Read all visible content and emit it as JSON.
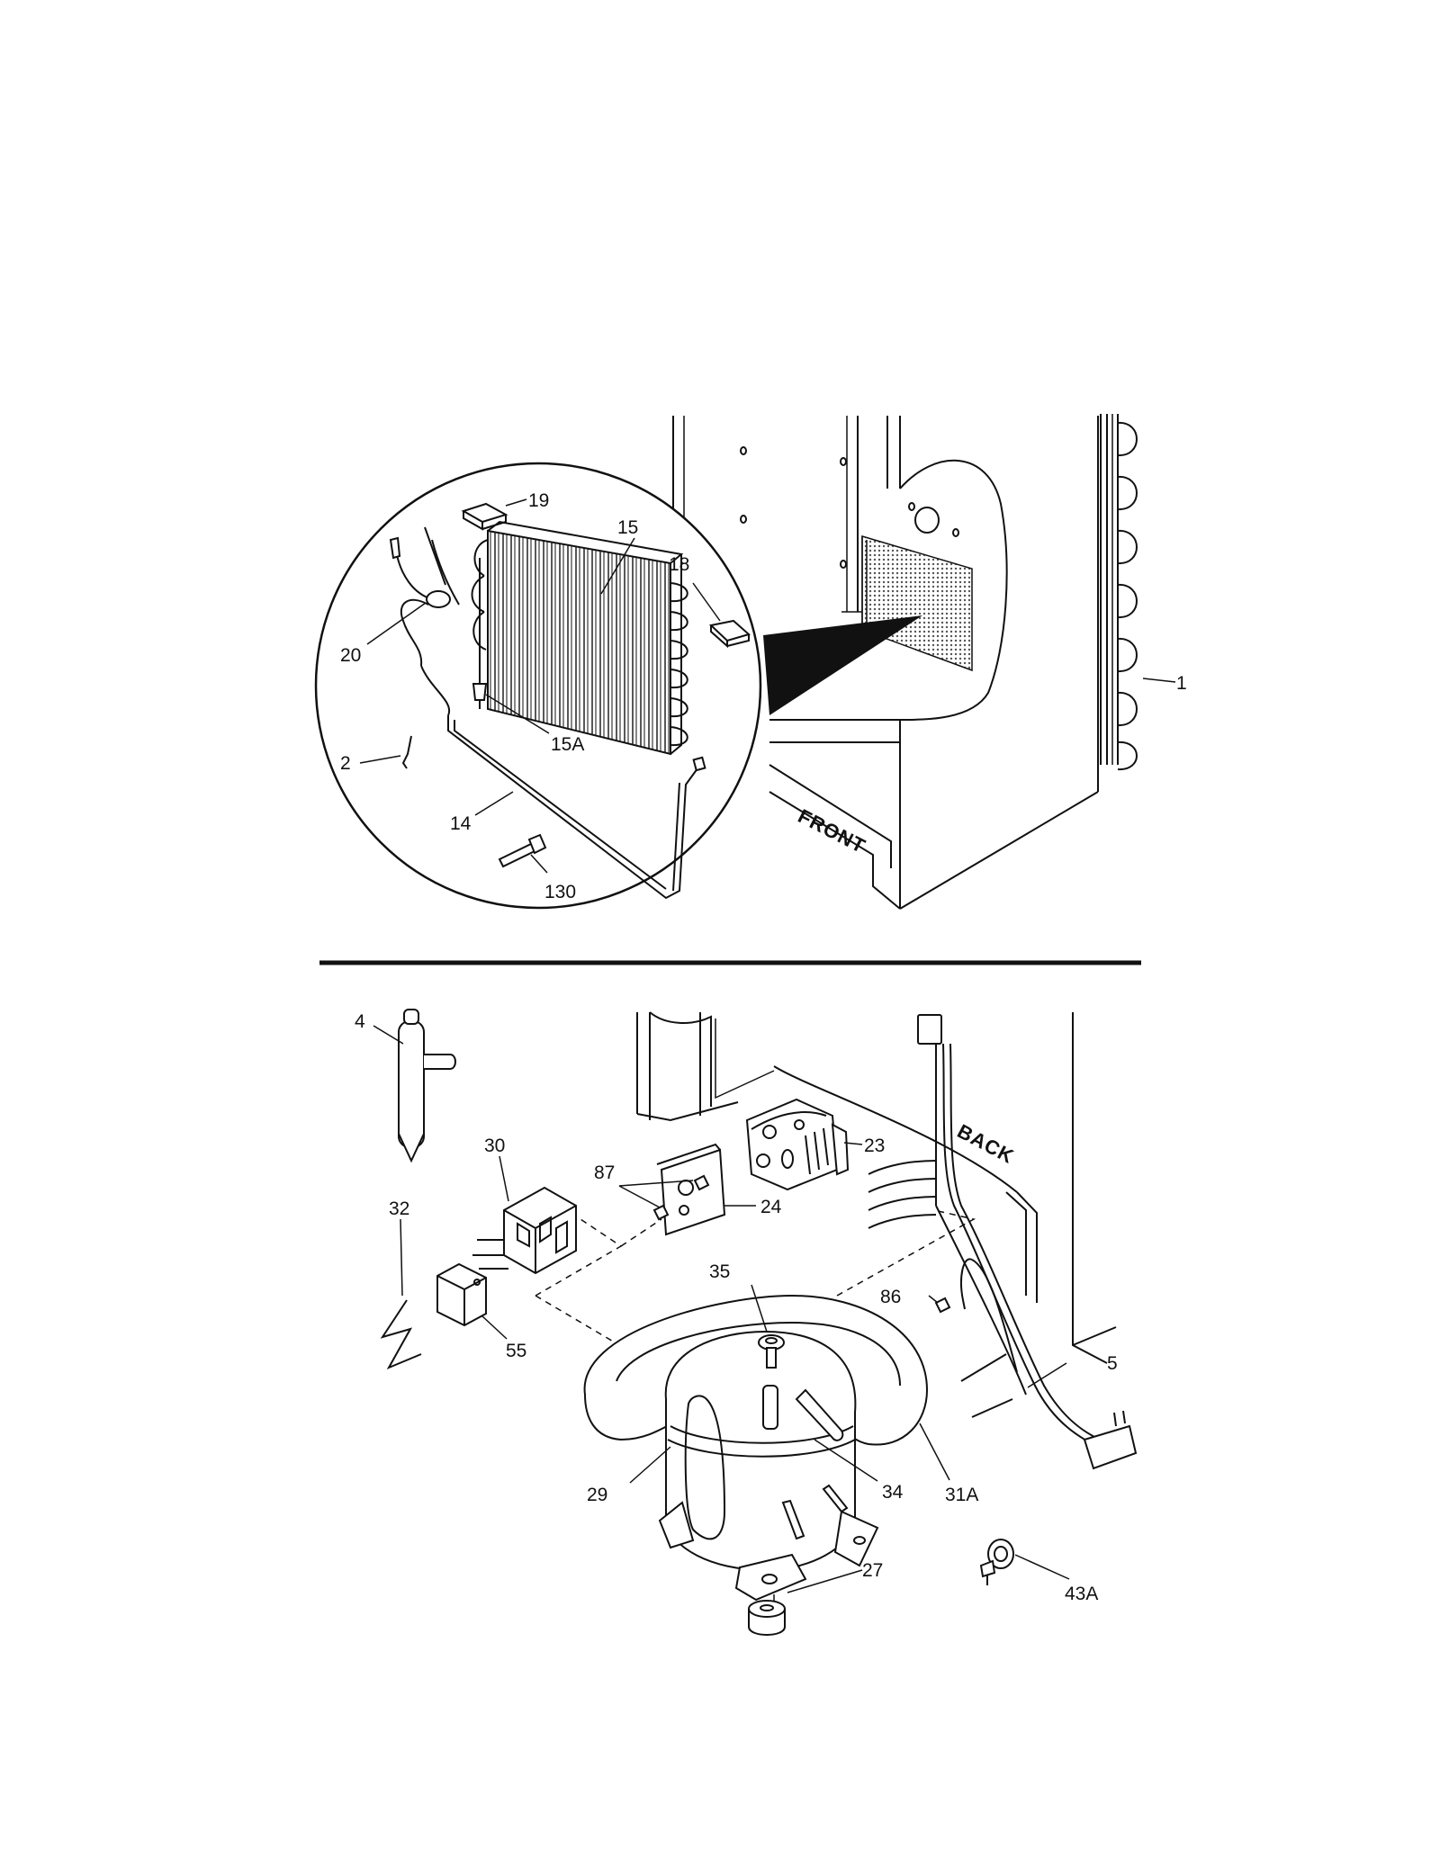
{
  "callouts": {
    "p1": "1",
    "p2": "2",
    "p4": "4",
    "p5": "5",
    "p14": "14",
    "p15": "15",
    "p15a": "15A",
    "p18": "18",
    "p19": "19",
    "p20": "20",
    "p23": "23",
    "p24": "24",
    "p27": "27",
    "p29": "29",
    "p30": "30",
    "p31a": "31A",
    "p32": "32",
    "p34": "34",
    "p35": "35",
    "p43a": "43A",
    "p55": "55",
    "p86": "86",
    "p87": "87",
    "p130": "130"
  },
  "orientation": {
    "front": "FRONT",
    "back": "BACK"
  }
}
